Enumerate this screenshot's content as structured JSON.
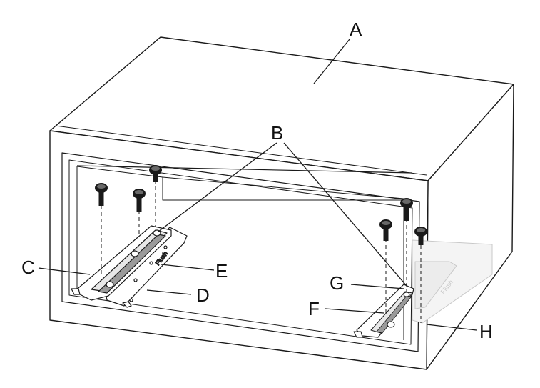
{
  "callouts": {
    "a": "A",
    "b": "B",
    "c": "C",
    "d": "D",
    "e": "E",
    "f": "F",
    "g": "G",
    "h": "H"
  },
  "slide_stamp": "Flush",
  "colors": {
    "line": "#1a1a1a",
    "faint": "#c8c8c8",
    "background": "#ffffff"
  }
}
